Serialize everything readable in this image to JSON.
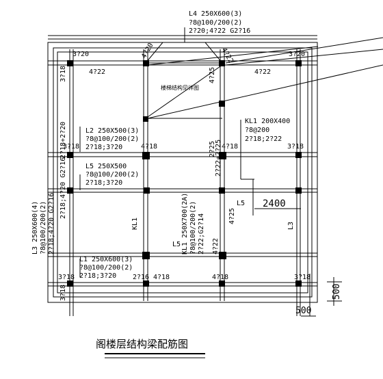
{
  "title": "阁楼层结构梁配筋图",
  "stair_note": "楼梯结构见详图",
  "beams": {
    "L4": [
      "L4  250X600(3)",
      "?8@100/200(2)",
      "2?20;4?22  G2?16"
    ],
    "L2": [
      "L2  250X500(3)",
      "?8@100/200(2)",
      "2?18;3?20"
    ],
    "L5a": [
      "L5  250X500",
      "?8@100/200(2)",
      "2?18;3?20"
    ],
    "KL1_right": [
      "KL1  200X400",
      "?8@200",
      "2?18;2?22"
    ],
    "L1": [
      "L1  250X600(3)",
      "?8@100/200(2)",
      "2?18;3?20"
    ],
    "L3_left": [
      "L3  250X600(4)",
      "?8@100/200(2)",
      "2?18;4?20  G2?16"
    ],
    "KL1_center": [
      "KL1  250X700(2A)",
      "?8@100/200(2)",
      "2?22;G2?14"
    ]
  },
  "labels": {
    "KL1_left": "KL1",
    "L5_center": "L5",
    "L5_right": "L5",
    "L3_right": "L3",
    "dim_2400": "2400",
    "dim_500_bottom": "500",
    "dim_500_right": "500"
  },
  "rebar": {
    "t_3_20_left": "3?20",
    "t_4_20": "4?20",
    "t_3_20_right": "3?20",
    "t_4_22_left": "4?22",
    "t_4_22_top": "4?22",
    "t_4_22_right": "4?22",
    "t_3_18_vert_top": "3?18",
    "t_4_25_a": "4?25",
    "t_2_25": "2?25",
    "t_2_18_2_20": "2?18+2?20",
    "t_2_22_2_25": "2?22+2?25",
    "t_3_18_r1_left": "3?18",
    "t_4_18_r1": "4?18",
    "t_4_18_r1b": "4?18",
    "t_3_18_r1_right": "3?18",
    "t_2_18_4_20": "2?18;4?20 G2?16",
    "t_4_25_b": "4?25",
    "t_4_22_c": "4?22",
    "t_3_18_r2_left": "3?18",
    "t_2_16": "2?16",
    "t_4_18_r2": "4?18",
    "t_4_18_r2b": "4?18",
    "t_3_18_r2_right": "3?18",
    "t_3_18_vert_bot": "3?18"
  }
}
